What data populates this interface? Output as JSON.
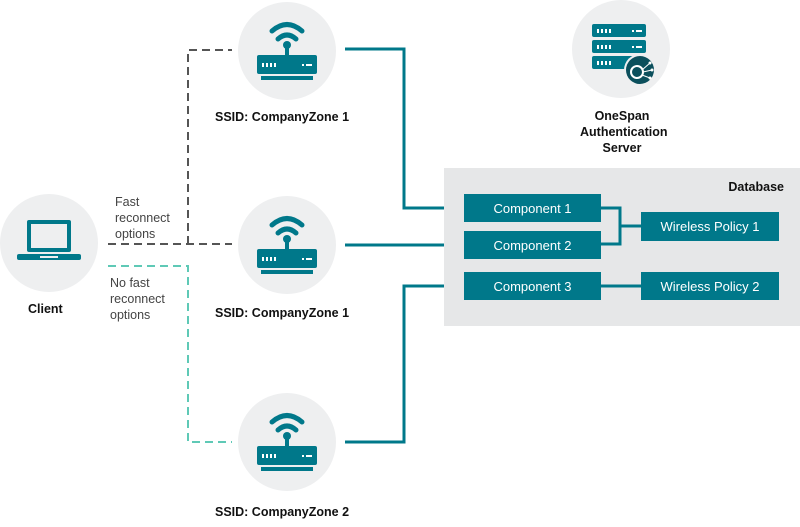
{
  "client": {
    "label": "Client",
    "icon": "laptop-icon"
  },
  "access_points": [
    {
      "label": "SSID: CompanyZone 1",
      "icon": "wifi-router-icon"
    },
    {
      "label": "SSID: CompanyZone 1",
      "icon": "wifi-router-icon"
    },
    {
      "label": "SSID: CompanyZone 2",
      "icon": "wifi-router-icon"
    }
  ],
  "server": {
    "label_lines": [
      "OneSpan",
      "Authentication",
      "Server"
    ],
    "icon": "server-lock-icon"
  },
  "links": {
    "fast": {
      "label_lines": [
        "Fast",
        "reconnect",
        "options"
      ],
      "color": "#555555"
    },
    "no_fast": {
      "label_lines": [
        "No fast",
        "reconnect",
        "options"
      ],
      "color": "#5fc9b6"
    }
  },
  "database": {
    "title": "Database",
    "components": [
      "Component 1",
      "Component 2",
      "Component 3"
    ],
    "policies": [
      "Wireless Policy 1",
      "Wireless Policy 2"
    ]
  },
  "colors": {
    "teal": "#00788a",
    "circle_bg": "#eeeff0",
    "db_bg": "#e6e7e8"
  }
}
